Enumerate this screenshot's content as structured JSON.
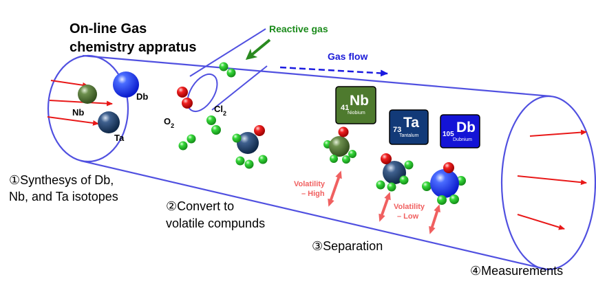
{
  "title": {
    "line1": "On-line Gas",
    "line2": "chemistry appratus"
  },
  "reactive_gas": "Reactive gas",
  "gas_flow": "Gas flow",
  "atoms": {
    "nb": "Nb",
    "db": "Db",
    "ta": "Ta"
  },
  "gases": {
    "o2_base": "O",
    "o2_sub": "2",
    "cl2_base": "Cl",
    "cl2_sub": "2"
  },
  "tiles": [
    {
      "number": "41",
      "symbol": "Nb",
      "name": "Niobium",
      "color": "#4e7a2e"
    },
    {
      "number": "73",
      "symbol": "Ta",
      "name": "Tantalum",
      "color": "#123a78"
    },
    {
      "number": "105",
      "symbol": "Db",
      "name": "Dubnium",
      "color": "#1414d6"
    }
  ],
  "volatility_high": {
    "line1": "Volatility",
    "line2": "– High"
  },
  "volatility_low": {
    "line1": "Volatility",
    "line2": "– Low"
  },
  "steps": {
    "step1_line1": "①Synthesys of Db,",
    "step1_line2": "Nb, and Ta isotopes",
    "step2_line1": "②Convert to",
    "step2_line2": "volatile compunds",
    "step3": "③Separation",
    "step4": "④Measurements"
  },
  "colors": {
    "tube": "#5050e0",
    "arrow_red": "#e81818",
    "arrow_green": "#2a8a20",
    "flow_blue": "#1a1ae0",
    "volatility": "#f06060",
    "label_green": "#1a8a1a",
    "label_blue": "#1a1ad8"
  }
}
